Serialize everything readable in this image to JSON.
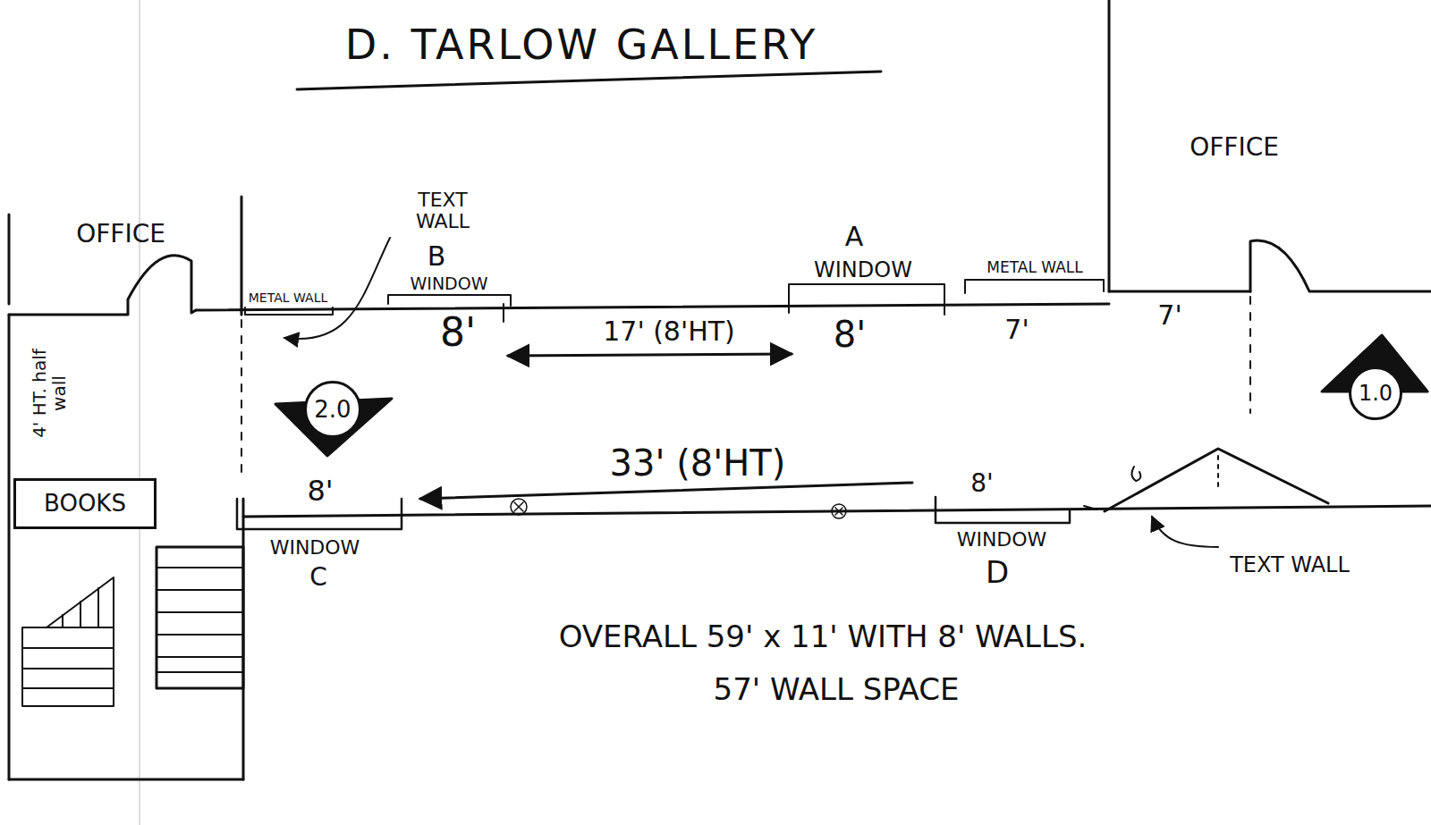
{
  "diagram": {
    "title": "D. TARLOW GALLERY",
    "nodes": [
      {
        "text": [
          "OFFICE"
        ]
      },
      {
        "text": [
          "OFFICE"
        ]
      },
      {
        "text": [
          "BOOKS"
        ]
      },
      {
        "text": [
          "2.0"
        ]
      },
      {
        "text": [
          "1.0"
        ]
      }
    ],
    "labels": [
      "TEXT WALL",
      "B",
      "WINDOW",
      "METAL WALL",
      "A",
      "WINDOW",
      "METAL WALL",
      "8'",
      "17' (8'HT)",
      "8'",
      "7'",
      "7'",
      "4' HT. half wall",
      "33' (8'HT)",
      "8'",
      "8'",
      "WINDOW",
      "C",
      "WINDOW",
      "D",
      "TEXT WALL",
      "OVERALL 59' x 11' WITH 8' WALLS.",
      "57' WALL SPACE"
    ]
  }
}
